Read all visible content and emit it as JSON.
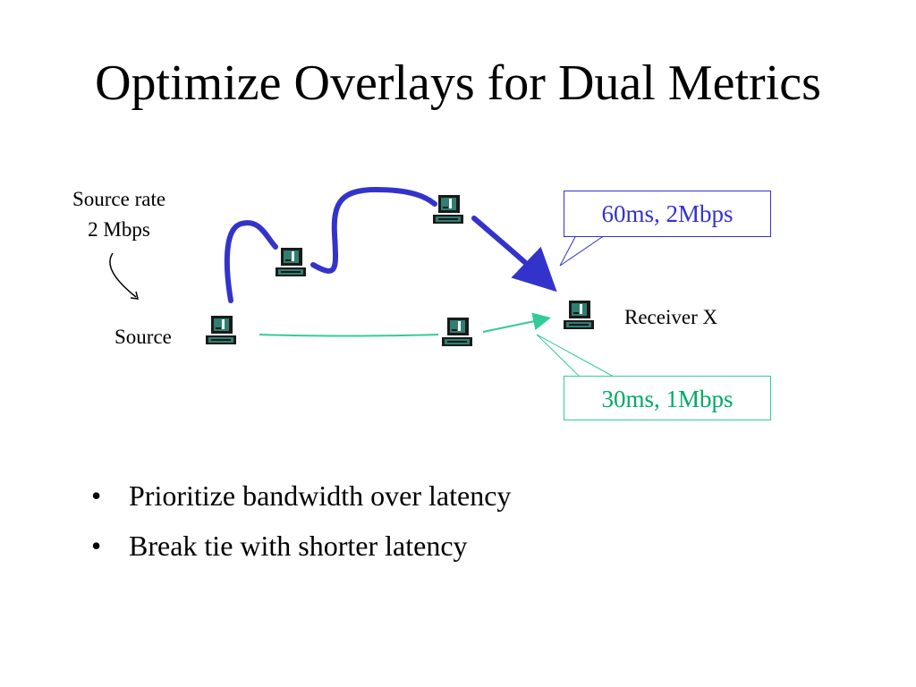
{
  "title": "Optimize Overlays for Dual Metrics",
  "diagram": {
    "source_rate_line1": "Source rate",
    "source_rate_line2": "2 Mbps",
    "source_label": "Source",
    "receiver_label": "Receiver X",
    "callout_high_bandwidth": "60ms, 2Mbps",
    "callout_low_latency": "30ms, 1Mbps",
    "colors": {
      "high_bandwidth_path": "#3333cc",
      "low_latency_path": "#33cc99",
      "high_bandwidth_text": "#3333cc",
      "low_latency_text": "#00aa66"
    }
  },
  "bullets": [
    "Prioritize bandwidth over latency",
    "Break tie with shorter latency"
  ],
  "icons": {
    "bullet": "•",
    "node": "computer-icon"
  }
}
